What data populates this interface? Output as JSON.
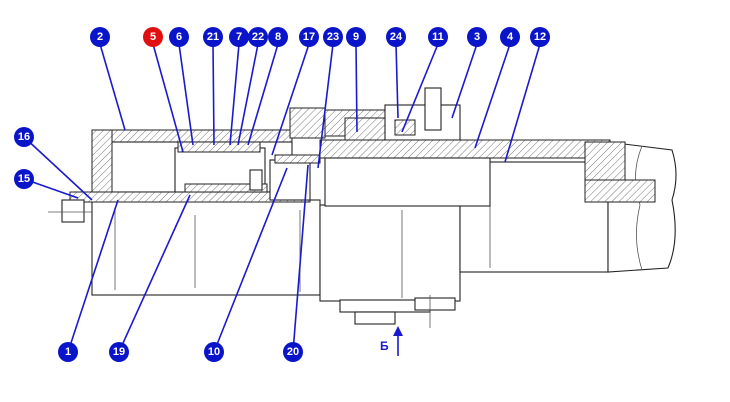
{
  "colors": {
    "callout": "#0a14c8",
    "highlight": "#e01010",
    "leader": "#1a1ad0",
    "line": "#222222"
  },
  "highlighted_label": "5",
  "top_labels": [
    "2",
    "5",
    "6",
    "21",
    "7",
    "22",
    "8",
    "17",
    "23",
    "9",
    "24",
    "11",
    "3",
    "4",
    "12"
  ],
  "left_labels": [
    "16",
    "15"
  ],
  "bottom_labels": [
    "1",
    "19",
    "10",
    "20"
  ],
  "view_label": "Б"
}
